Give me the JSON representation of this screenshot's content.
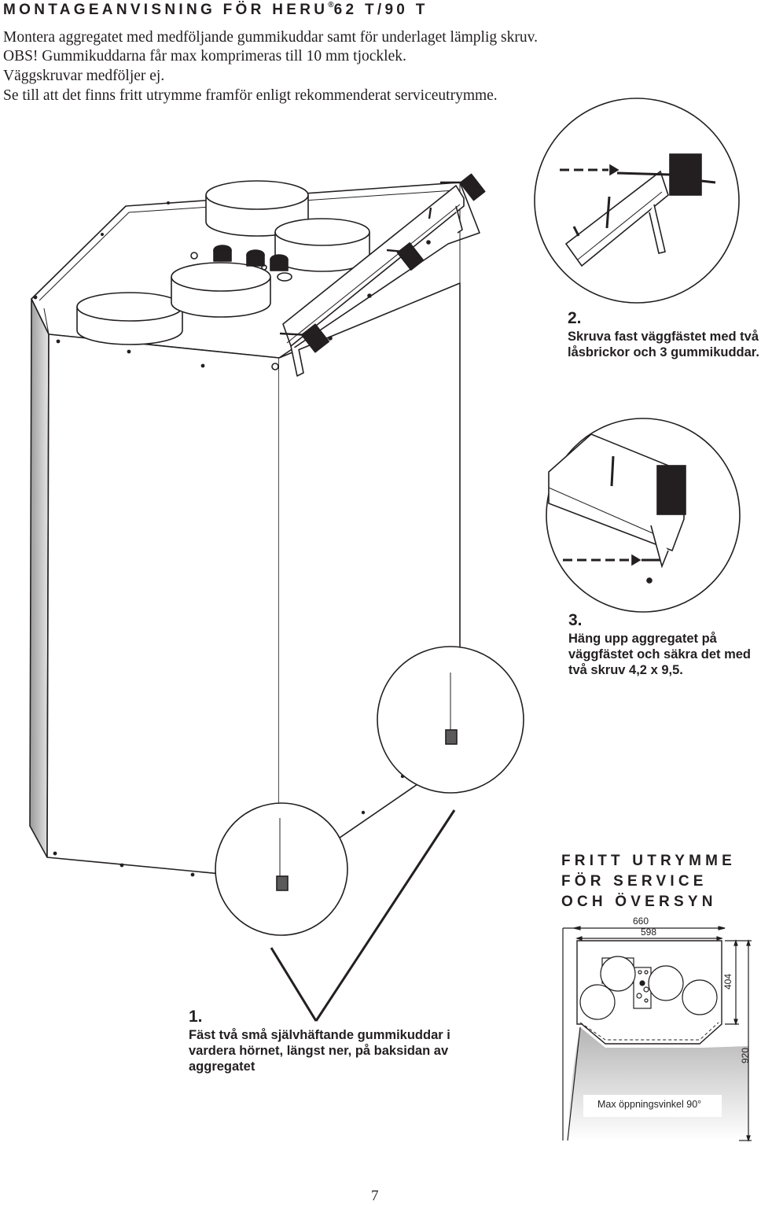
{
  "header": {
    "title_before": "MONTAGEANVISNING FÖR HERU",
    "title_mark": "®",
    "title_after": "62 T/90 T"
  },
  "intro": {
    "lines": [
      "Montera aggregatet med medföljande gummikuddar samt för underlaget lämplig skruv.",
      "OBS! Gummikuddarna får max komprimeras till 10 mm tjocklek.",
      "Väggskruvar medföljer ej.",
      "Se till att det finns fritt utrymme framför enligt rekommenderat serviceutrymme."
    ]
  },
  "steps": [
    {
      "number": "1.",
      "text": "Fäst två små självhäftande gummikuddar i vardera hörnet, längst ner, på baksidan av aggregatet"
    },
    {
      "number": "2.",
      "text": "Skruva fast väggfästet med två låsbrickor och 3 gummikuddar."
    },
    {
      "number": "3.",
      "text": "Häng upp aggregatet på väggfästet och säkra det med två skruv 4,2 x 9,5."
    }
  ],
  "service": {
    "title_lines": [
      "FRITT UTRYMME",
      "FÖR SERVICE",
      "OCH ÖVERSYN"
    ],
    "dimensions": {
      "outer_width": "660",
      "inner_width": "598",
      "top_height": "404",
      "total_height": "920"
    },
    "note": "Max öppningsvinkel 90°"
  },
  "page": {
    "number": "7"
  }
}
